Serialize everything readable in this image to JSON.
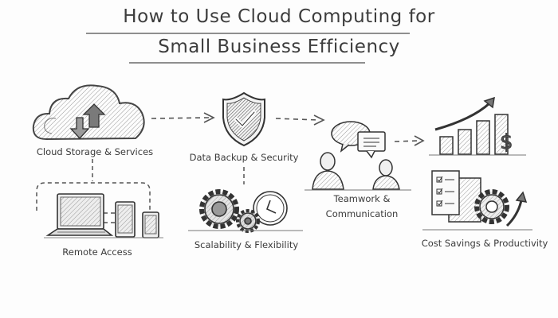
{
  "title": {
    "line1": "How to Use Cloud Computing for",
    "line2": "Small Business Efficiency"
  },
  "nodes": [
    {
      "id": "cloud",
      "label": "Cloud Storage & Services",
      "icon": "cloud-upload-download-icon"
    },
    {
      "id": "remote",
      "label": "Remote Access",
      "icon": "laptop-tablet-phone-icon"
    },
    {
      "id": "security",
      "label": "Data Backup & Security",
      "icon": "shield-check-icon"
    },
    {
      "id": "scalability",
      "label": "Scalability & Flexibility",
      "icon": "gears-clock-icon"
    },
    {
      "id": "teamwork",
      "label_line1": "Teamwork &",
      "label_line2": "Communication",
      "icon": "people-chat-icon"
    },
    {
      "id": "growth",
      "label": "",
      "icon": "bar-chart-dollar-icon"
    },
    {
      "id": "cost",
      "label": "Cost Savings & Productivity",
      "icon": "checklist-gear-arrow-icon"
    }
  ],
  "connections": [
    {
      "from": "cloud",
      "to": "security",
      "style": "dashed-arrow"
    },
    {
      "from": "security",
      "to": "teamwork",
      "style": "dashed-arrow"
    },
    {
      "from": "teamwork",
      "to": "growth",
      "style": "dashed-arrow"
    },
    {
      "from": "cloud",
      "to": "remote",
      "style": "dashed-line"
    },
    {
      "from": "security",
      "to": "scalability",
      "style": "dashed-line"
    }
  ],
  "colors": {
    "ink": "#3a3a3a",
    "shade": "#8a8a8a",
    "background": "#fdfdfd"
  }
}
